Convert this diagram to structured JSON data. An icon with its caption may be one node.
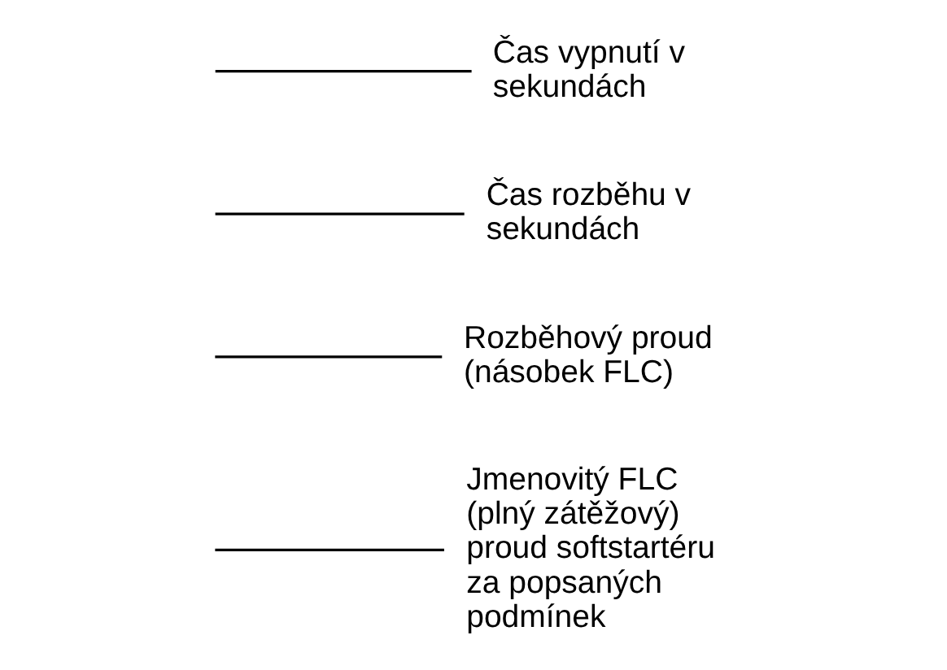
{
  "diagram": {
    "nodes": [
      {
        "text": [
          "Čas vypnutí v sekundách"
        ]
      },
      {
        "text": [
          "Čas rozběhu v sekundách"
        ]
      },
      {
        "text": [
          "Rozběhový proud (násobek FLC)"
        ]
      },
      {
        "text": [
          "Jmenovitý FLC (plný zátěžový) proud softstartéru za popsaných podmínek"
        ]
      }
    ],
    "edges": [
      {
        "from": 0,
        "to": null,
        "arrow": "none"
      },
      {
        "from": 1,
        "to": null,
        "arrow": "none"
      },
      {
        "from": 2,
        "to": null,
        "arrow": "none"
      },
      {
        "from": 3,
        "to": null,
        "arrow": "none"
      }
    ]
  }
}
